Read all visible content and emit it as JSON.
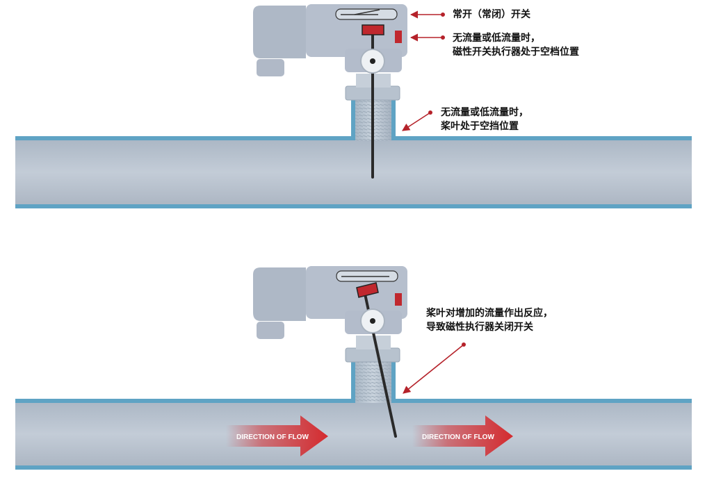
{
  "top_panel": {
    "callout_switch": "常开（常闭）开关",
    "callout_actuator_line1": "无流量或低流量时，",
    "callout_actuator_line2": "磁性开关执行器处于空档位置",
    "callout_paddle_line1": "无流量或低流量时，",
    "callout_paddle_line2": "桨叶处于空挡位置"
  },
  "bottom_panel": {
    "callout_flow_line1": "桨叶对增加的流量作出反应，",
    "callout_flow_line2": "导致磁性执行器关闭开关",
    "flow_arrow_left": "DIRECTION OF FLOW",
    "flow_arrow_right": "DIRECTION OF FLOW"
  },
  "colors": {
    "pipe_body": "#b9c3cf",
    "pipe_edge": "#5fa3c4",
    "housing": "#b3bccb",
    "callout": "#b5222a",
    "paddle": "#2a2a2a",
    "actuator": "#c0282e"
  }
}
